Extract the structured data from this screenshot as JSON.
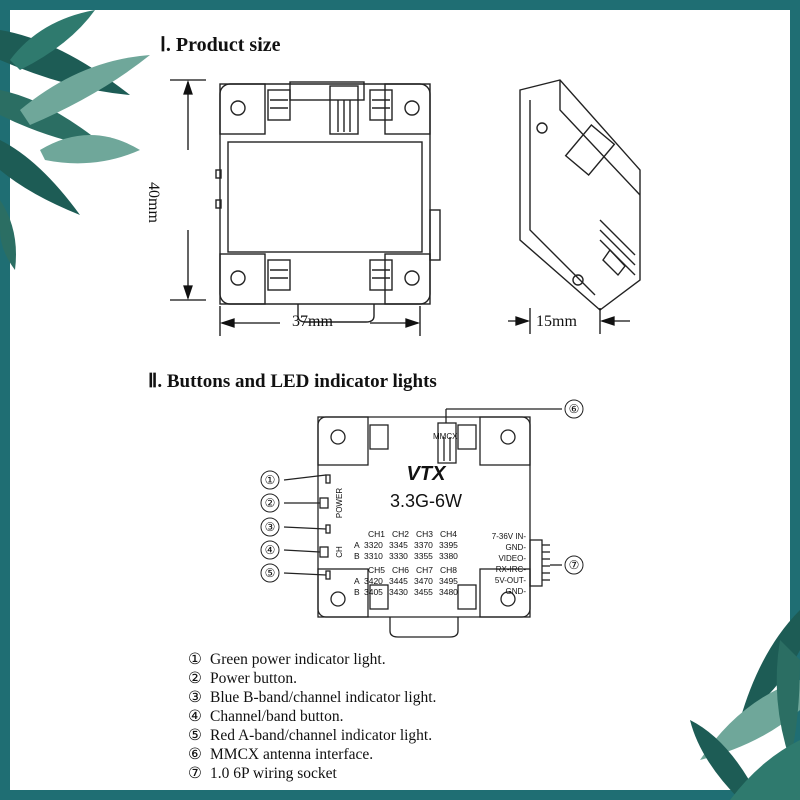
{
  "sections": {
    "size_title": "Ⅰ. Product size",
    "buttons_title": "Ⅱ. Buttons and LED indicator lights"
  },
  "dimensions": {
    "height": "40mm",
    "width": "37mm",
    "depth": "15mm"
  },
  "device": {
    "brand": "VTX",
    "model": "3.3G-6W",
    "antenna_label": "MMCX",
    "button_power_label": "POWER",
    "button_ch_label": "CH",
    "pins": [
      "7-36V IN-",
      "GND-",
      "VIDEO-",
      "RX-IRC-",
      "5V-OUT-",
      "GND-"
    ],
    "channel_table": {
      "top": {
        "headers": [
          "CH1",
          "CH2",
          "CH3",
          "CH4"
        ],
        "rows": [
          {
            "band": "A",
            "values": [
              "3320",
              "3345",
              "3370",
              "3395"
            ]
          },
          {
            "band": "B",
            "values": [
              "3310",
              "3330",
              "3355",
              "3380"
            ]
          }
        ]
      },
      "bottom": {
        "headers": [
          "CH5",
          "CH6",
          "CH7",
          "CH8"
        ],
        "rows": [
          {
            "band": "A",
            "values": [
              "3420",
              "3445",
              "3470",
              "3495"
            ]
          },
          {
            "band": "B",
            "values": [
              "3405",
              "3430",
              "3455",
              "3480"
            ]
          }
        ]
      }
    }
  },
  "callouts": [
    "①",
    "②",
    "③",
    "④",
    "⑤",
    "⑥",
    "⑦"
  ],
  "legend": [
    {
      "num": "①",
      "text": "Green power indicator light."
    },
    {
      "num": "②",
      "text": "Power button."
    },
    {
      "num": "③",
      "text": "Blue B-band/channel indicator light."
    },
    {
      "num": "④",
      "text": "Channel/band button."
    },
    {
      "num": "⑤",
      "text": "Red A-band/channel indicator light."
    },
    {
      "num": "⑥",
      "text": "MMCX antenna interface."
    },
    {
      "num": "⑦",
      "text": "1.0 6P wiring socket"
    }
  ],
  "colors": {
    "frame": "#1f6e73",
    "leaf_dark": "#1d5c55",
    "leaf_light": "#6fa79a"
  }
}
